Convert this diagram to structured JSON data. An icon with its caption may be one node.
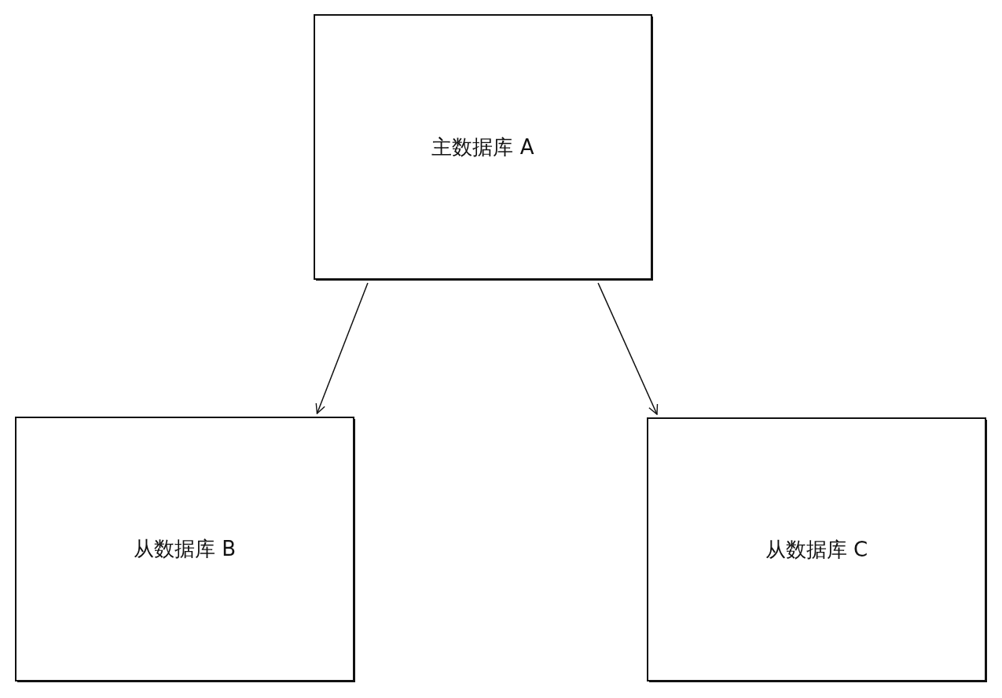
{
  "diagram": {
    "nodes": [
      {
        "text": [
          "主数据库 A"
        ]
      },
      {
        "text": [
          "从数据库 B"
        ]
      },
      {
        "text": [
          "从数据库 C"
        ]
      }
    ],
    "edges": [
      {
        "from": 0,
        "to": 1,
        "arrow": "to"
      },
      {
        "from": 0,
        "to": 2,
        "arrow": "to"
      }
    ]
  }
}
